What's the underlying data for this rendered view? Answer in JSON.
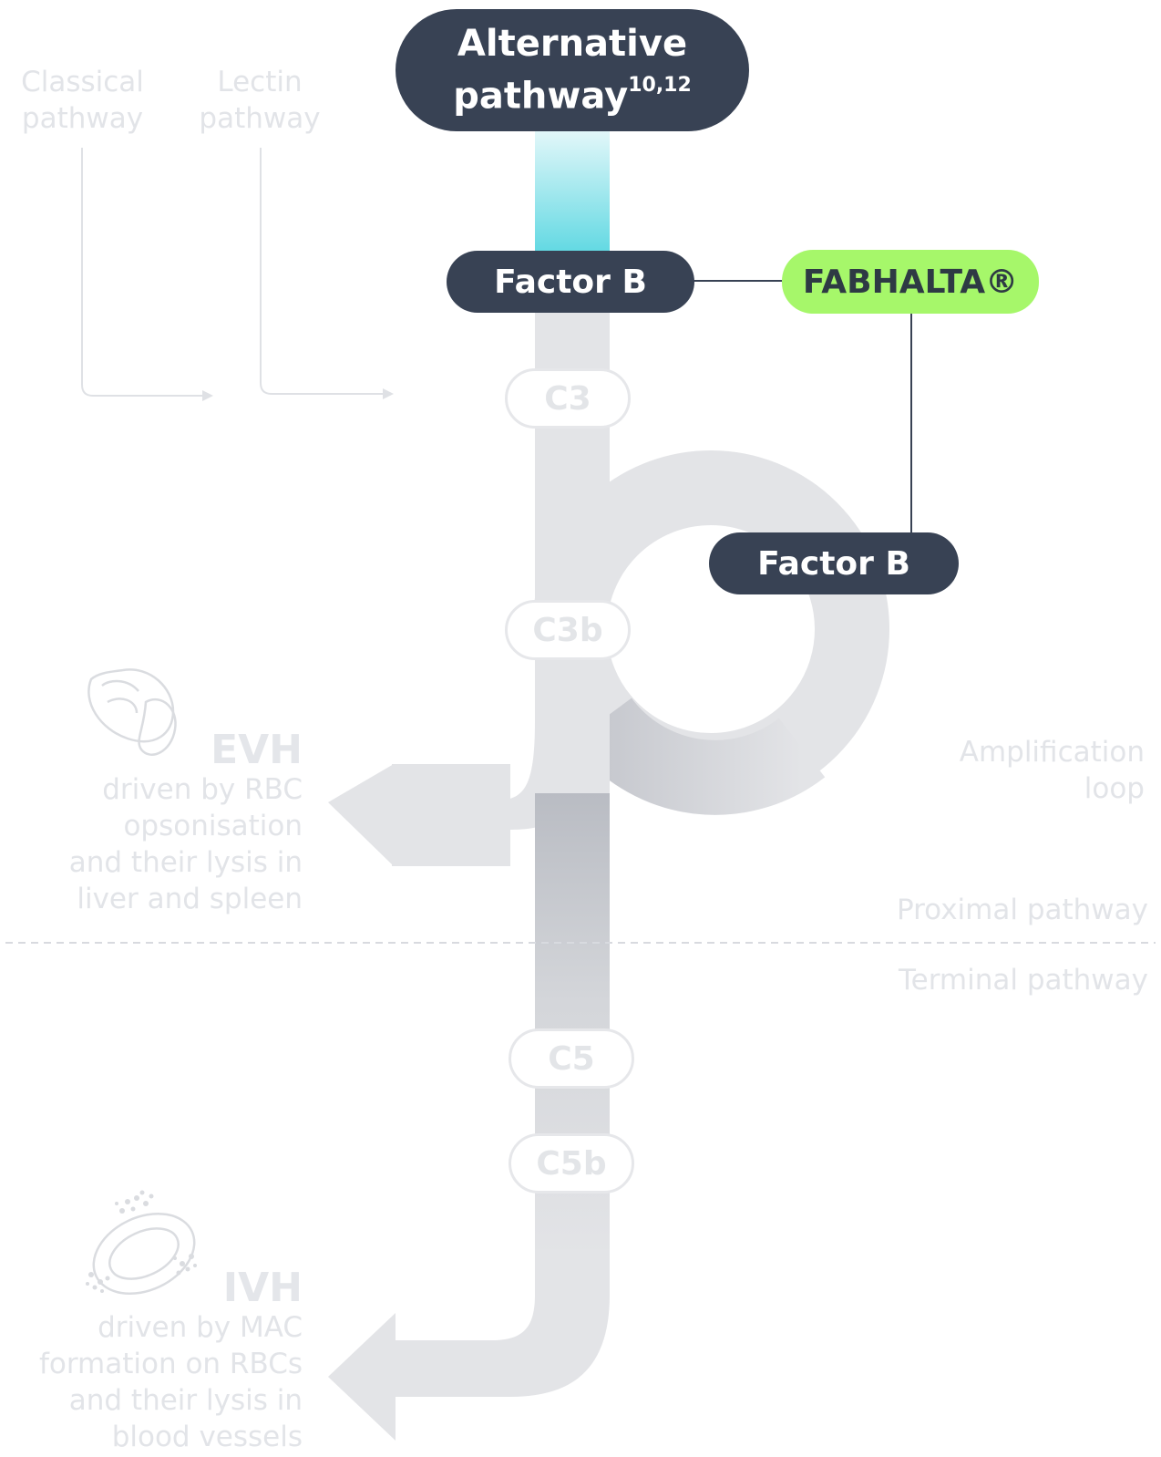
{
  "top": {
    "title_line1": "Alternative",
    "title_line2": "pathway",
    "title_ref": "10,12"
  },
  "inactive_pathways": {
    "classical": [
      "Classical",
      "pathway"
    ],
    "lectin": [
      "Lectin",
      "pathway"
    ]
  },
  "factor_b_top": "Factor B",
  "factor_b_loop": "Factor B",
  "inhibitor": "FABHALTA®",
  "components": {
    "c3": "C3",
    "c3b": "C3b",
    "c5": "C5",
    "c5b": "C5b"
  },
  "amplification": [
    "Amplification",
    "loop"
  ],
  "proximal_label": "Proximal pathway",
  "terminal_label": "Terminal pathway",
  "evh": {
    "title": "EVH",
    "lines": [
      "driven by RBC",
      "opsonisation",
      "and their lysis in",
      "liver and spleen"
    ]
  },
  "ivh": {
    "title": "IVH",
    "lines": [
      "driven by MAC",
      "formation on RBCs",
      "and their lysis in",
      "blood vessels"
    ]
  },
  "colors": {
    "dark_pill": "#384254",
    "inhibitor_green": "#a6f76a",
    "active_flow": "#5fd8e2",
    "inactive_flow": "#e3e4e7"
  },
  "icons": [
    "rbc-opsonisation-icon",
    "rbc-mac-lysis-icon"
  ]
}
